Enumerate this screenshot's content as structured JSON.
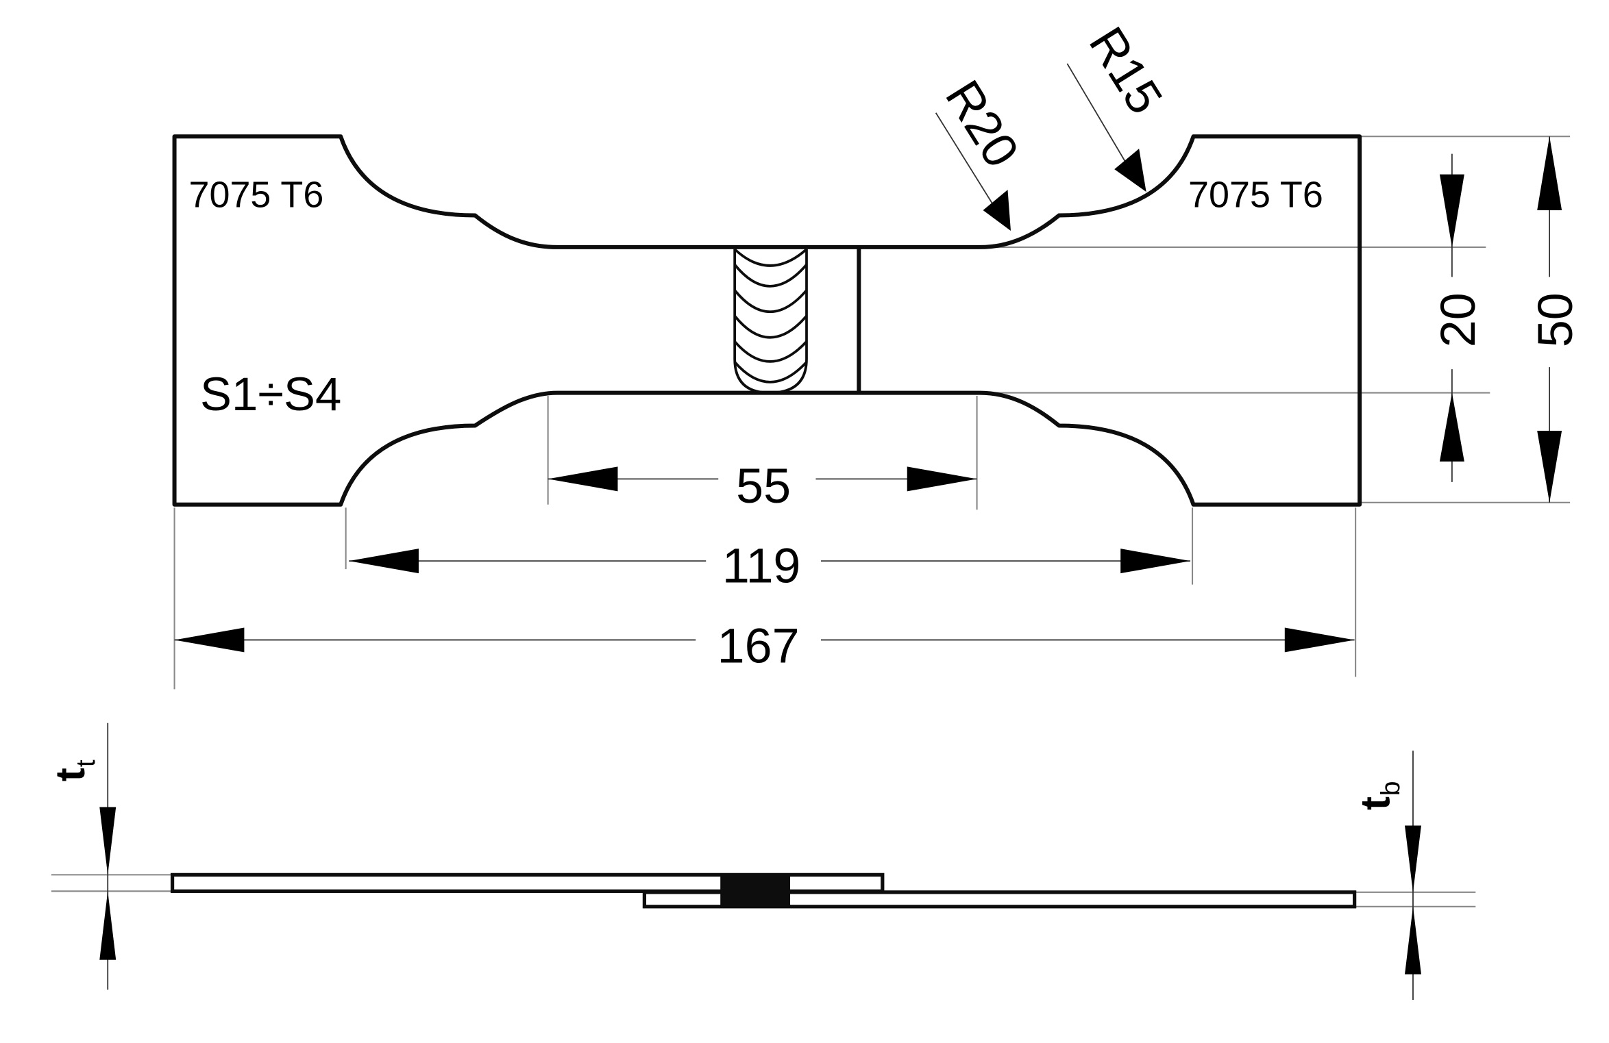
{
  "drawing": {
    "material_left": "7075 T6",
    "material_right": "7075 T6",
    "specimen_range": "S1÷S4",
    "radius_1": "R20",
    "radius_2": "R15"
  },
  "dimensions": {
    "gauge_length": "55",
    "reduced_section_length": "119",
    "overall_length": "167",
    "gauge_width": "20",
    "grip_width": "50"
  },
  "side_view": {
    "top_thickness": {
      "main": "t",
      "sub": "t"
    },
    "bottom_thickness": {
      "main": "t",
      "sub": "b"
    }
  }
}
